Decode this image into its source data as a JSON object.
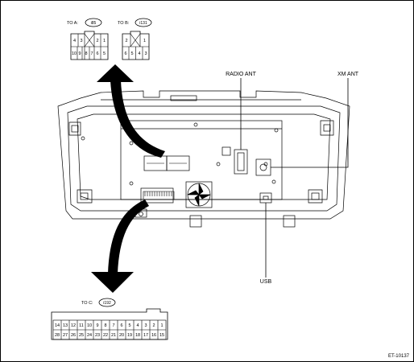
{
  "connectors": {
    "a": {
      "prefix": "TO A:",
      "code": "i85",
      "top": [
        "4",
        "3",
        "",
        "",
        "2",
        "1"
      ],
      "bottom": [
        "10",
        "9",
        "8",
        "7",
        "6",
        "5"
      ]
    },
    "b": {
      "prefix": "TO B:",
      "code": "i131",
      "top": [
        "2",
        "",
        "1"
      ],
      "bottom": [
        "6",
        "5",
        "4",
        "3"
      ]
    },
    "c": {
      "prefix": "TO C:",
      "code": "i192",
      "top": [
        "14",
        "13",
        "12",
        "11",
        "10",
        "9",
        "8",
        "7",
        "6",
        "5",
        "4",
        "3",
        "2",
        "1"
      ],
      "bottom": [
        "28",
        "27",
        "26",
        "25",
        "24",
        "23",
        "22",
        "21",
        "20",
        "19",
        "18",
        "17",
        "16",
        "15"
      ]
    }
  },
  "labels": {
    "radio_ant": "RADIO ANT",
    "xm_ant": "XM ANT",
    "usb": "USB",
    "figure_id": "ET-10137"
  }
}
